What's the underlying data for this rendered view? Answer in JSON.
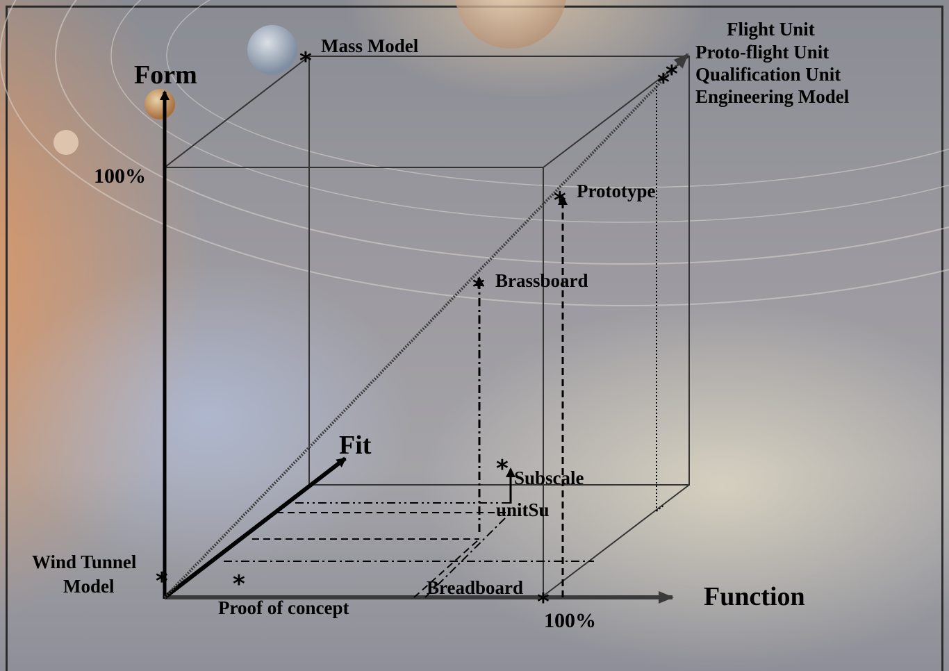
{
  "axes": {
    "form": "Form",
    "fit": "Fit",
    "function": "Function",
    "form_max": "100%",
    "function_max": "100%"
  },
  "labels": {
    "mass_model": "Mass Model",
    "flight_unit": "Flight Unit",
    "proto_flight_unit": "Proto-flight Unit",
    "qualification_unit": "Qualification Unit",
    "engineering_model": "Engineering Model",
    "prototype": "Prototype",
    "brassboard": "Brassboard",
    "subscale": "Subscale",
    "unit_su": "unitSu",
    "wind_tunnel_line1": "Wind Tunnel",
    "wind_tunnel_line2": "Model",
    "proof_of_concept": "Proof of concept",
    "breadboard": "Breadboard"
  },
  "colors": {
    "axis": "#000000",
    "cube_edge": "#333333",
    "diagonal_arrow": "#3a3a3a"
  }
}
